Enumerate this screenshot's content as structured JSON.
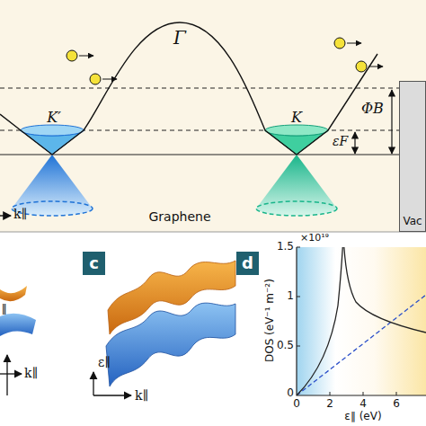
{
  "diagram": {
    "nodes": [
      {
        "text": [
          "Vac"
        ]
      },
      {
        "text": [
          "c"
        ]
      },
      {
        "text": [
          "d"
        ]
      }
    ],
    "labels": [
      "Γ",
      "K′",
      "K",
      "ΦB",
      "εF",
      "k∥",
      "Graphene",
      "k∥",
      "ε∥",
      "k∥",
      "×10¹⁹",
      "1.5",
      "1",
      "0.5",
      "0",
      "0",
      "2",
      "4",
      "6",
      "DOS (eV⁻¹ m⁻²)",
      "ε∥ (eV)",
      "∥"
    ]
  }
}
